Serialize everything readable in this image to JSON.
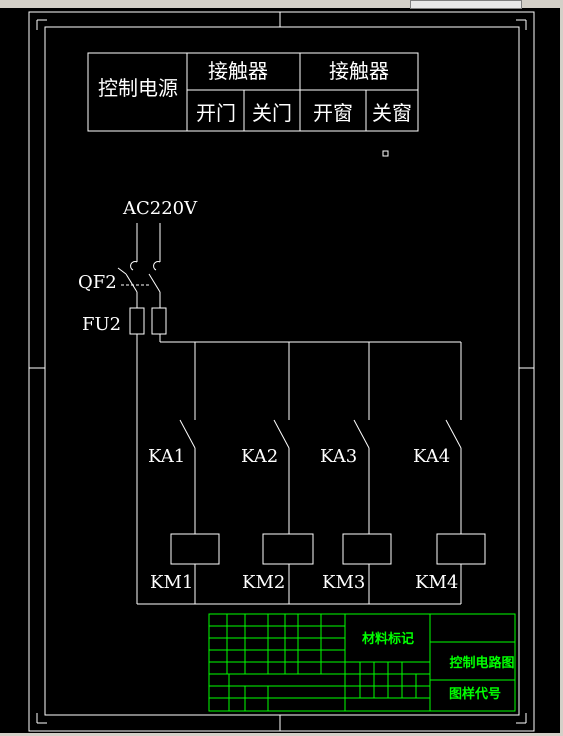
{
  "table": {
    "power_header": "控制电源",
    "contactor_header_1": "接触器",
    "contactor_header_2": "接触器",
    "open_door": "开门",
    "close_door": "关门",
    "open_window": "开窗",
    "close_window": "关窗"
  },
  "labels": {
    "supply": "AC220V",
    "breaker": "QF2",
    "fuse": "FU2",
    "relays": [
      "KA1",
      "KA2",
      "KA3",
      "KA4"
    ],
    "coils": [
      "KM1",
      "KM2",
      "KM3",
      "KM4"
    ]
  },
  "title_block": {
    "material_mark": "材料标记",
    "drawing_name": "控制电路图",
    "drawing_code": "图样代号"
  },
  "colors": {
    "background": "#000000",
    "lines": "#ffffff",
    "title_block": "#00ff00",
    "title_text": "#00ff00"
  }
}
